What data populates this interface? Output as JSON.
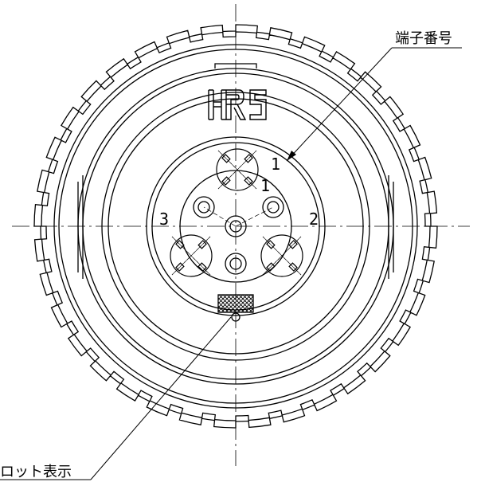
{
  "drawing": {
    "logo_text": "HRS",
    "callouts": {
      "terminal_number": "端子番号",
      "lot_marking": "ロット表示"
    },
    "pin_labels": [
      "1",
      "2",
      "3"
    ],
    "line_color": "#000000",
    "background": "#ffffff"
  }
}
